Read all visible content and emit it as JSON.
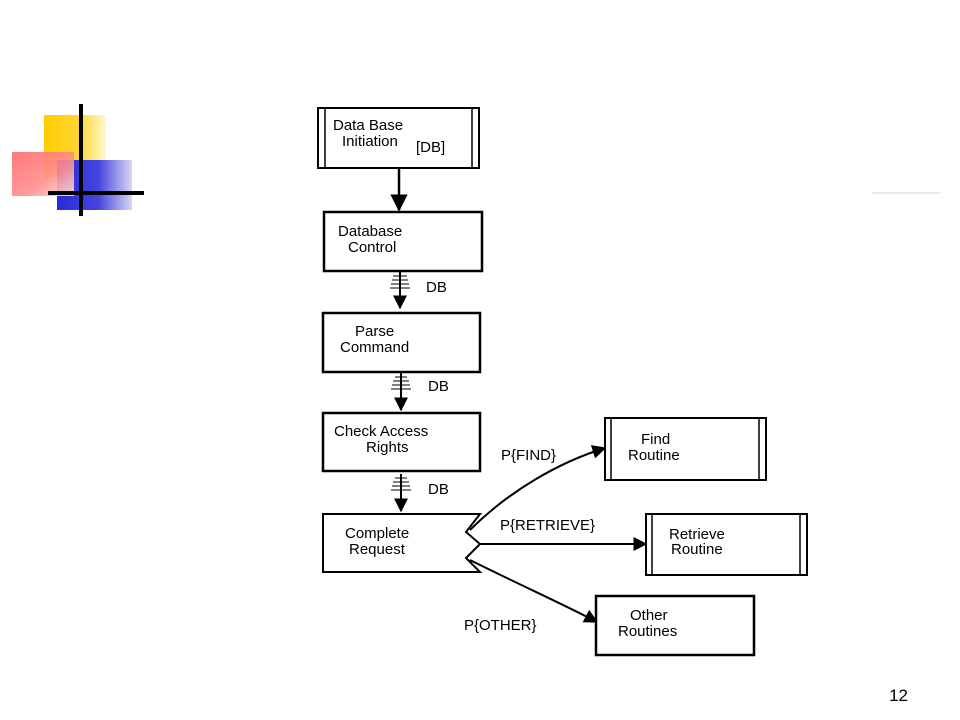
{
  "slide": {
    "page_number": "12"
  },
  "diagram": {
    "nodes": {
      "db_init": {
        "line1": "Data Base",
        "line2": "Initiation",
        "tag": "[DB]"
      },
      "db_control": {
        "line1": "Database",
        "line2": "Control"
      },
      "parse": {
        "line1": "Parse",
        "line2": "Command"
      },
      "check": {
        "line1": "Check Access",
        "line2": "Rights"
      },
      "complete": {
        "line1": "Complete",
        "line2": "Request"
      },
      "find": {
        "line1": "Find",
        "line2": "Routine"
      },
      "retrieve": {
        "line1": "Retrieve",
        "line2": "Routine"
      },
      "other": {
        "line1": "Other",
        "line2": "Routines"
      }
    },
    "flows": {
      "db1": "DB",
      "db2": "DB",
      "db3": "DB",
      "p_find": "P{FIND}",
      "p_retrieve": "P{RETRIEVE}",
      "p_other": "P{OTHER}"
    }
  }
}
